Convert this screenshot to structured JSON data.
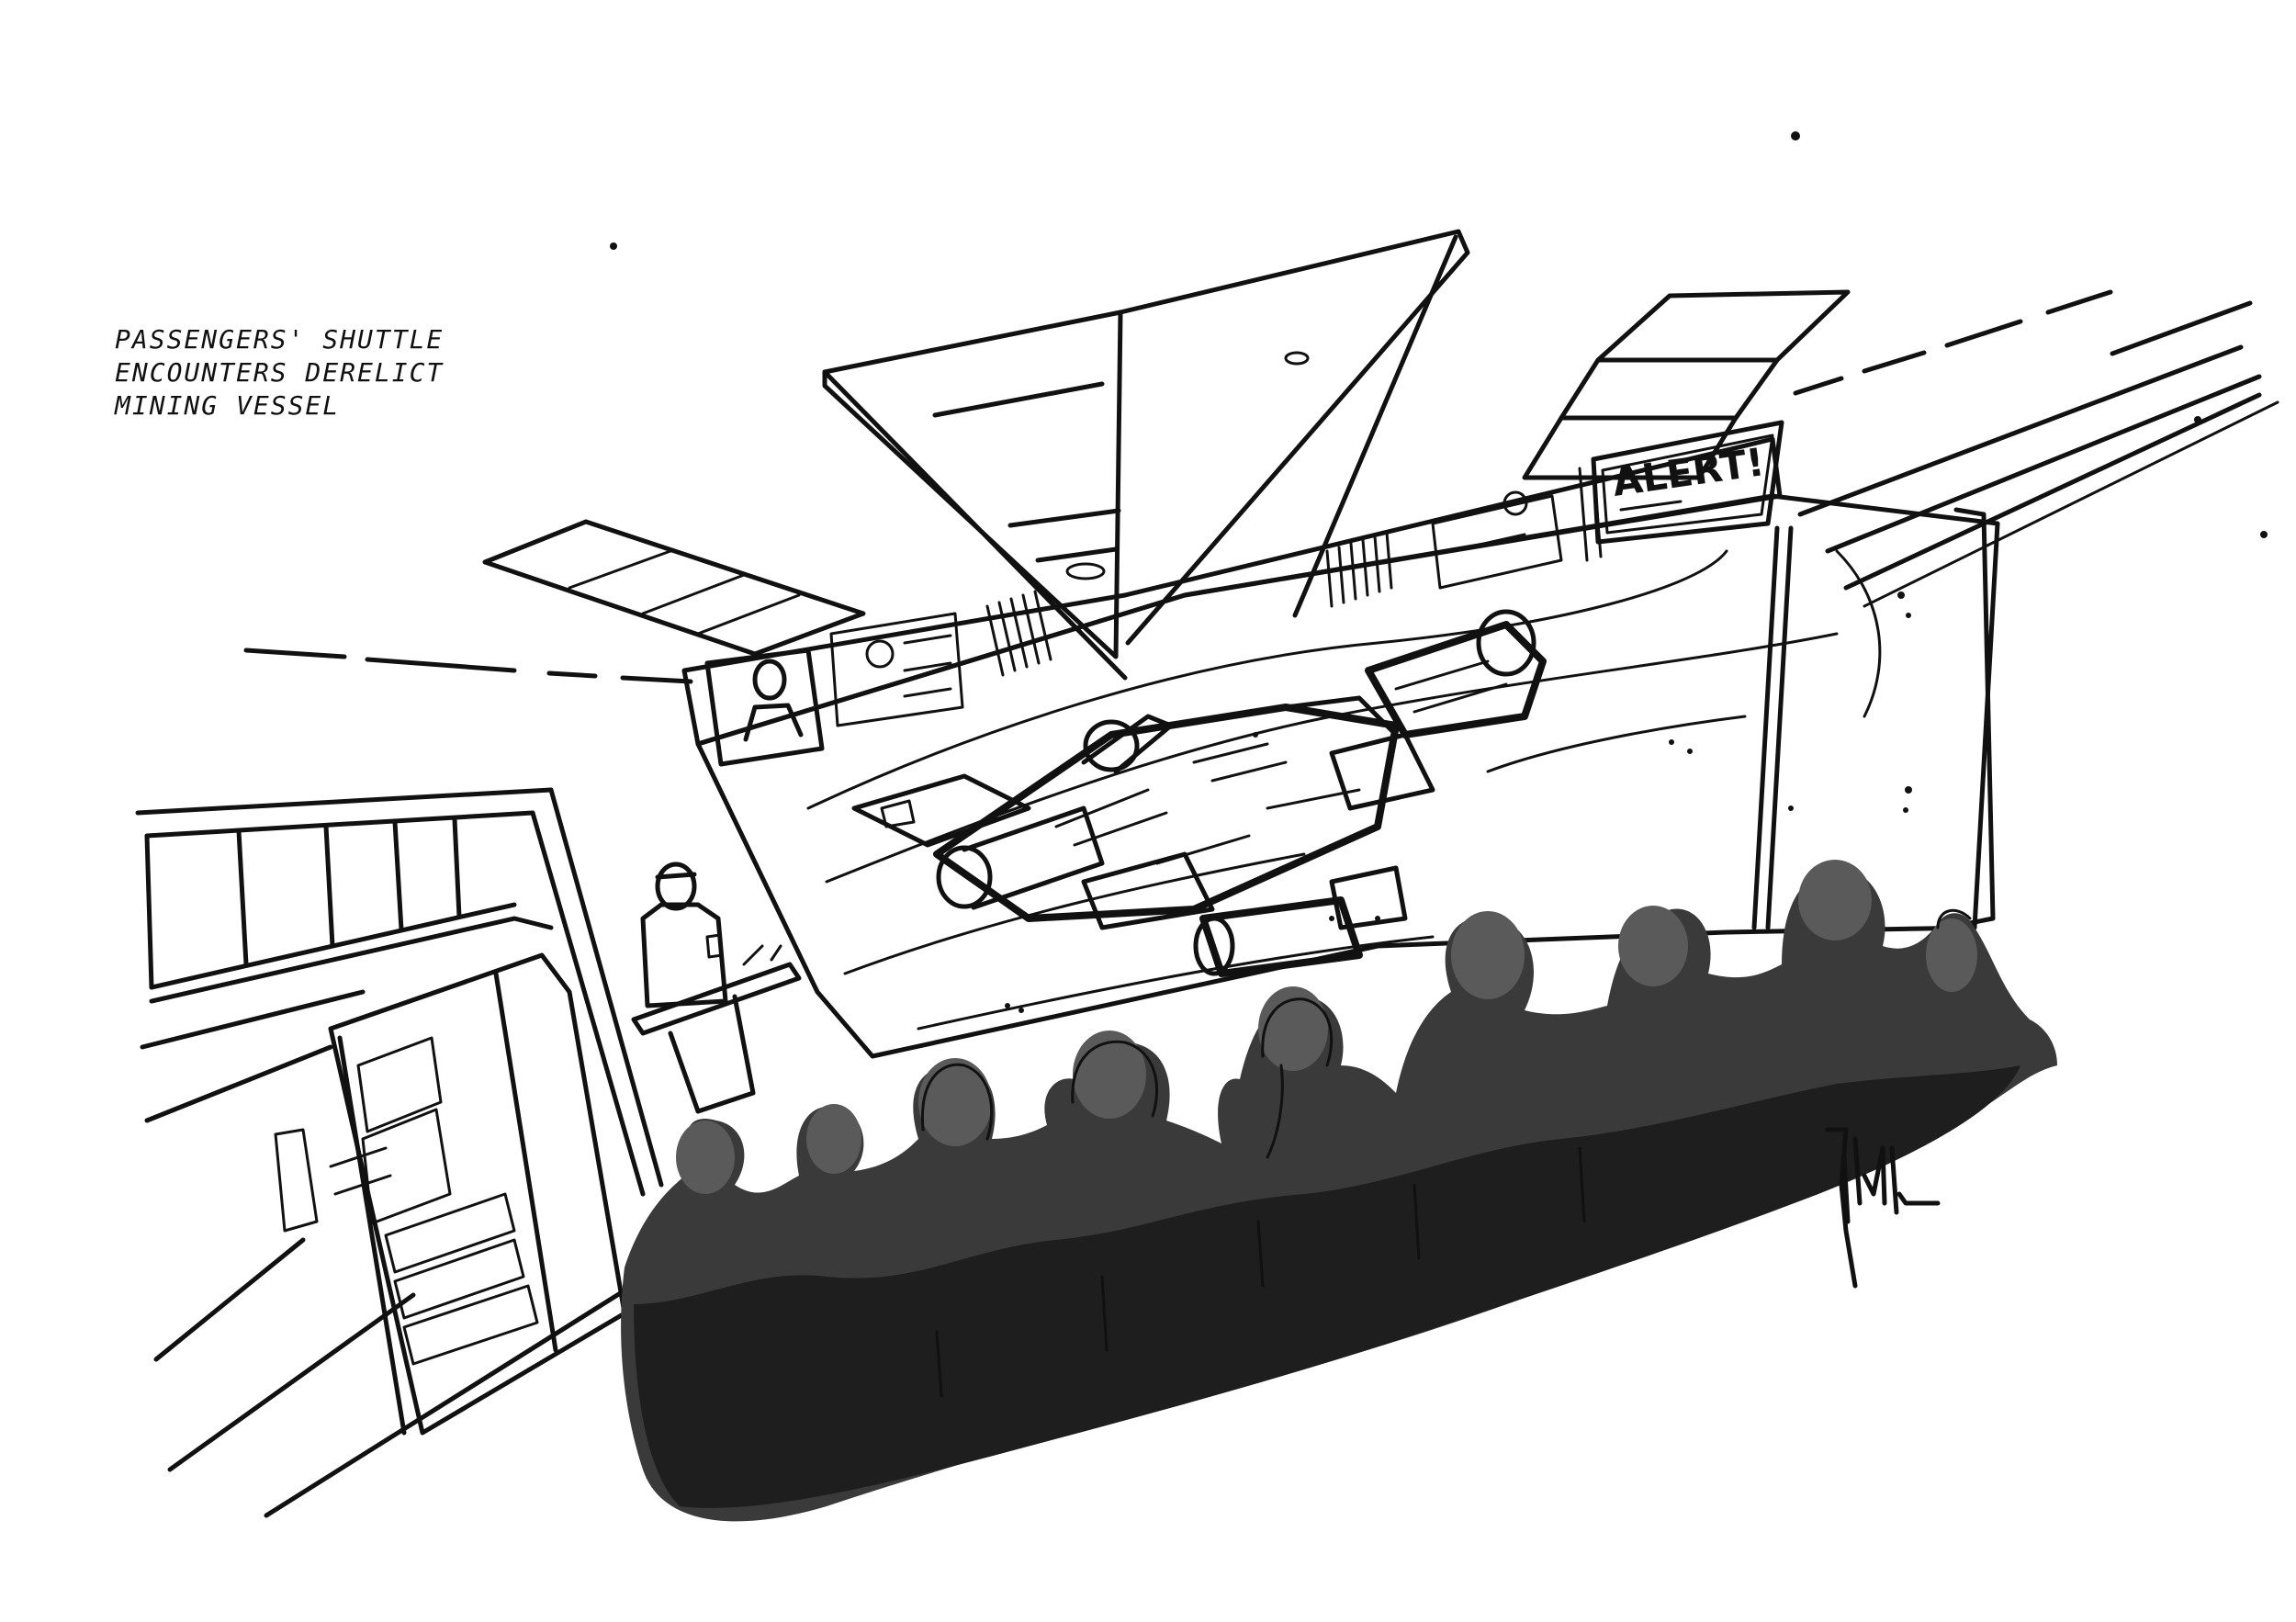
{
  "caption": {
    "line1": "PASSENGERS' SHUTTLE",
    "line2": "ENCOUNTERS DERELICT",
    "line3": "MINING VESSEL"
  },
  "alert_panel": {
    "headline": "ALERT!"
  },
  "palette": {
    "ink": "#111111",
    "paper": "#ffffff",
    "marker_wash": "#3a3a3a"
  }
}
